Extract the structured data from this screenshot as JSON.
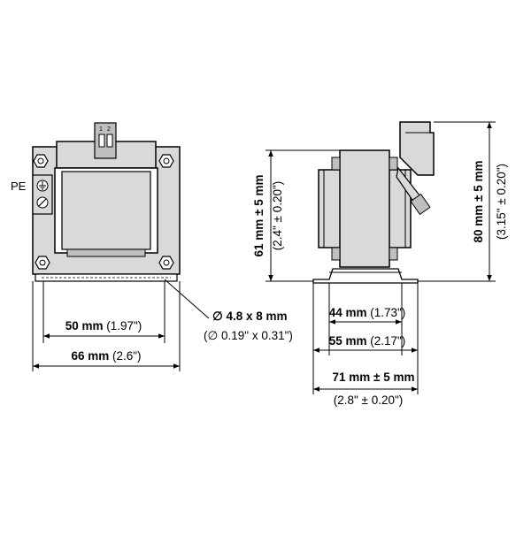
{
  "front_view": {
    "pe_label": "PE",
    "terminal_numbers": [
      "1",
      "2"
    ],
    "dim_inner_width": {
      "metric": "50 mm",
      "imperial": "(1.97\")"
    },
    "dim_outer_width": {
      "metric": "66 mm",
      "imperial": "(2.6\")"
    },
    "hole_size": {
      "metric": "∅ 4.8 x 8 mm",
      "imperial": "(∅ 0.19\" x 0.31\")"
    }
  },
  "side_view": {
    "dim_core_height": {
      "metric": "61 mm ± 5 mm",
      "imperial": "(2.4\" ± 0.20\")"
    },
    "dim_total_height": {
      "metric": "80 mm ± 5 mm",
      "imperial": "(3.15\" ± 0.20\")"
    },
    "dim_hole_spacing": {
      "metric": "44 mm",
      "imperial": "(1.73\")"
    },
    "dim_base_width": {
      "metric": "55 mm",
      "imperial": "(2.17\")"
    },
    "dim_total_depth": {
      "metric": "71 mm ± 5 mm",
      "imperial": "(2.8\" ± 0.20\")"
    }
  },
  "colors": {
    "line": "#000000",
    "fill_body": "#d9d9d9",
    "fill_dark": "#bfbfbf",
    "background": "#ffffff"
  }
}
